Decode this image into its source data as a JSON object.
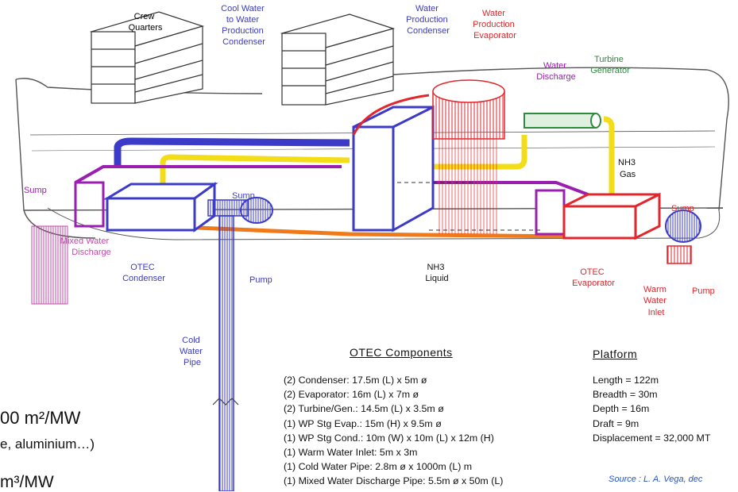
{
  "labels": {
    "crew_quarters": [
      "Crew",
      "Quarters"
    ],
    "cool_water": [
      "Cool Water",
      "to Water",
      "Production",
      "Condenser"
    ],
    "wp_condenser": [
      "Water",
      "Production",
      "Condenser"
    ],
    "wp_evaporator": [
      "Water",
      "Production",
      "Evaporator"
    ],
    "water_discharge": [
      "Water",
      "Discharge"
    ],
    "turbine_generator": [
      "Turbine",
      "Generator"
    ],
    "nh3_gas": [
      "NH3",
      "Gas"
    ],
    "sump_left": "Sump",
    "sump_mid": "Sump",
    "sump_right": "Sump",
    "mixed_water": [
      "Mixed Water",
      "Discharge"
    ],
    "otec_condenser": [
      "OTEC",
      "Condenser"
    ],
    "pump_left": "Pump",
    "nh3_liquid": [
      "NH3",
      "Liquid"
    ],
    "otec_evaporator": [
      "OTEC",
      "Evaporator"
    ],
    "warm_water_inlet": [
      "Warm",
      "Water",
      "Inlet"
    ],
    "pump_right": "Pump",
    "cold_water_pipe": [
      "Cold",
      "Water",
      "Pipe"
    ]
  },
  "otec_components": {
    "title": "OTEC Components",
    "items": [
      "(2)  Condenser:  17.5m (L) x 5m ø",
      "(2)  Evaporator:  16m (L) x 7m ø",
      "(2)  Turbine/Gen.:  14.5m (L) x 3.5m ø",
      "(1)  WP Stg Evap.:  15m (H) x 9.5m ø",
      "(1)  WP Stg Cond.:  10m (W) x 10m (L) x 12m (H)",
      "(1)  Warm Water Inlet:  5m x 3m",
      "(1)  Cold Water Pipe:  2.8m ø x 1000m (L) m",
      "(1)  Mixed Water Discharge Pipe:  5.5m ø x 50m (L)"
    ]
  },
  "platform": {
    "title": "Platform",
    "items": [
      "Length  =  122m",
      "Breadth  =  30m",
      "Depth  =  16m",
      "Draft  =  9m",
      "Displacement  =  32,000  MT"
    ]
  },
  "source": "Source : L. A. Vega, dec",
  "slide_fragments": {
    "line1": "00 m²/MW",
    "line2": "e, aluminium…)",
    "line3": "m³/MW"
  },
  "colors": {
    "blue": "#3b3bc8",
    "purple": "#9a1fb0",
    "red": "#e2262b",
    "orange": "#f07a1a",
    "yellow": "#f3dc18",
    "green": "#2e8a3e",
    "magenta": "#c24aa8"
  }
}
